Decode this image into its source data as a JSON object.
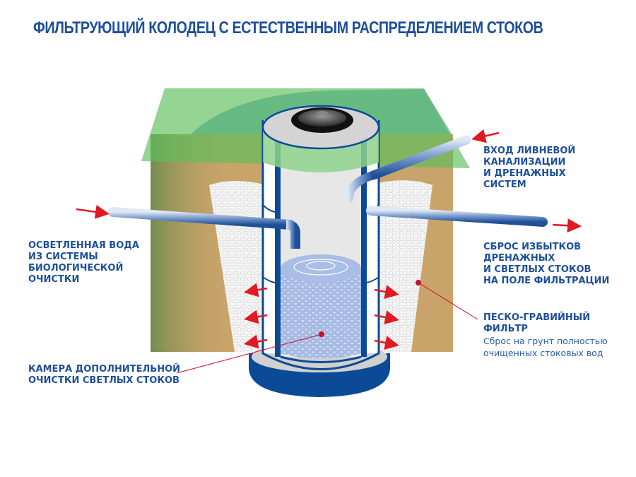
{
  "title": "ФИЛЬТРУЮЩИЙ КОЛОДЕЦ С ЕСТЕСТВЕННЫМ РАСПРЕДЕЛЕНИЕМ СТОКОВ",
  "colors": {
    "text": "#1d4f9c",
    "well_outline": "#0b4a96",
    "arrow": "#e01a22",
    "grass": "#5cbf5a",
    "soil": "#c9a46a",
    "water": "#a9bde6"
  },
  "labels": {
    "inlet_storm": [
      "ВХОД ЛИВНЕВОЙ",
      "КАНАЛИЗАЦИИ",
      "И ДРЕНАЖНЫХ",
      "СИСТЕМ"
    ],
    "inlet_clarified": [
      "ОСВЕТЛЕННАЯ ВОДА",
      "ИЗ СИСТЕМЫ",
      "БИОЛОГИЧЕСКОЙ",
      "ОЧИСТКИ"
    ],
    "overflow": [
      "СБРОС ИЗБЫТКОВ",
      "ДРЕНАЖНЫХ",
      "И СВЕТЛЫХ СТОКОВ",
      "НА ПОЛЕ ФИЛЬТРАЦИИ"
    ],
    "filter": {
      "heading": [
        "ПЕСКО-ГРАВИЙНЫЙ",
        "ФИЛЬТР"
      ],
      "description": [
        "Сброс на  грунт полностью",
        "очищенных стоковых вод"
      ]
    },
    "chamber": [
      "КАМЕРА ДОПОЛНИТЕЛЬНОЙ",
      "ОЧИСТКИ СВЕТЛЫХ СТОКОВ"
    ]
  }
}
